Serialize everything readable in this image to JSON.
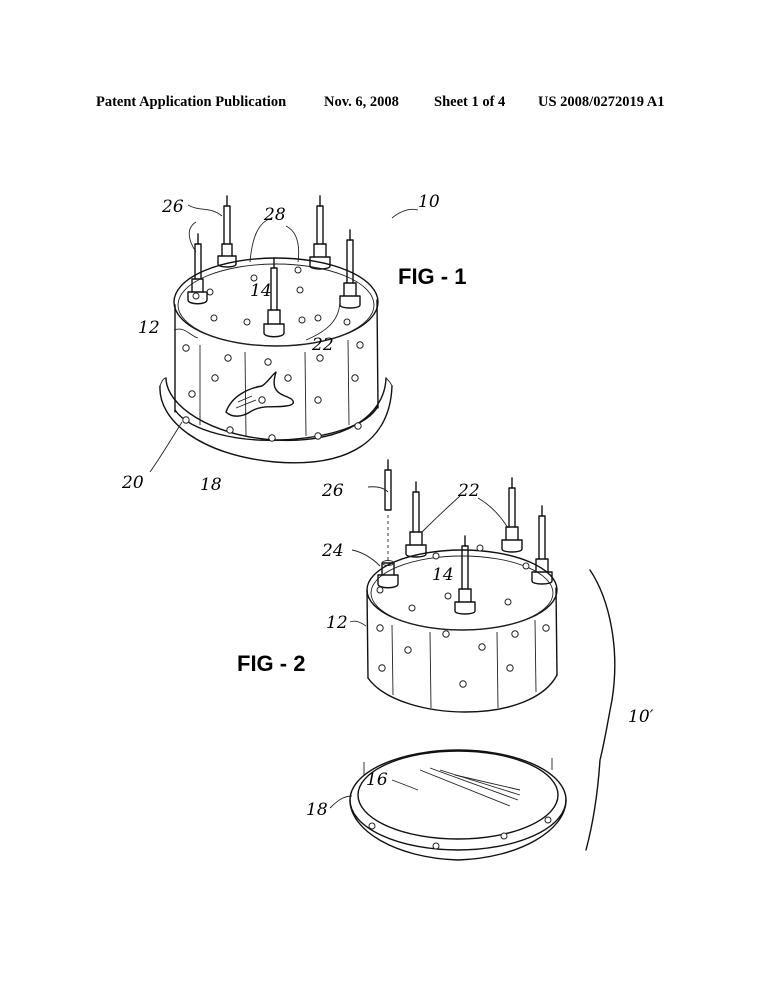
{
  "header": {
    "publication": "Patent Application Publication",
    "date": "Nov. 6, 2008",
    "sheet": "Sheet 1 of 4",
    "number": "US 2008/0272019 A1"
  },
  "figures": {
    "fig1": {
      "label": "FIG - 1",
      "refs": {
        "r10": "10",
        "r26": "26",
        "r28": "28",
        "r14": "14",
        "r12": "12",
        "r22": "22",
        "r20": "20",
        "r18": "18"
      }
    },
    "fig2": {
      "label": "FIG - 2",
      "refs": {
        "r26": "26",
        "r22": "22",
        "r24": "24",
        "r14": "14",
        "r12": "12",
        "r10p": "10′",
        "r16": "16",
        "r18": "18"
      }
    }
  }
}
